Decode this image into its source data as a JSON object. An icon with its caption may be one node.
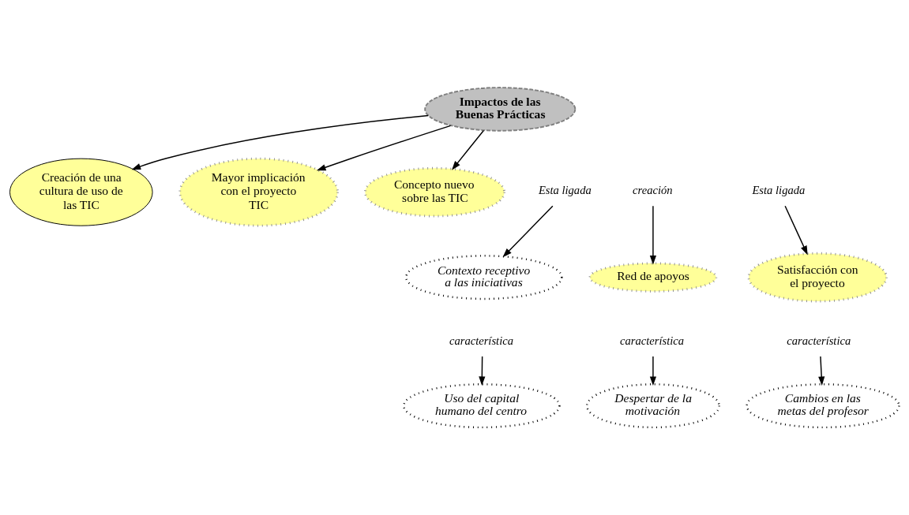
{
  "diagram": {
    "nodes": [
      {
        "text": [
          "Creación de una cultura de uso de las TIC"
        ]
      },
      {
        "text": [
          "Mayor implicación con el proyecto TIC"
        ]
      },
      {
        "text": [
          "Impactos de las Buenas Prácticas"
        ]
      },
      {
        "text": [
          "Concepto nuevo sobre las TIC"
        ]
      },
      {
        "text": [
          "Esta ligada"
        ]
      },
      {
        "text": [
          "creación"
        ]
      },
      {
        "text": [
          "Esta ligada"
        ]
      },
      {
        "text": [
          "Contexto receptivo a las iniciativas"
        ]
      },
      {
        "text": [
          "Red de apoyos"
        ]
      },
      {
        "text": [
          "Satisfacción con el proyecto"
        ]
      },
      {
        "text": [
          "característica"
        ]
      },
      {
        "text": [
          "característica"
        ]
      },
      {
        "text": [
          "característica"
        ]
      },
      {
        "text": [
          "Uso del capital humano del centro"
        ]
      },
      {
        "text": [
          "Despertar de la motivación"
        ]
      },
      {
        "text": [
          "Cambios en las metas del profesor"
        ]
      }
    ],
    "edges": [
      {
        "from": 2,
        "to": 0,
        "arrow": "to"
      },
      {
        "from": 2,
        "to": 1,
        "arrow": "to"
      },
      {
        "from": 2,
        "to": 3,
        "arrow": "to"
      },
      {
        "from": 4,
        "to": 7,
        "arrow": "to"
      },
      {
        "from": 5,
        "to": 8,
        "arrow": "to"
      },
      {
        "from": 6,
        "to": 9,
        "arrow": "to"
      },
      {
        "from": 10,
        "to": 13,
        "arrow": "to"
      },
      {
        "from": 11,
        "to": 14,
        "arrow": "to"
      },
      {
        "from": 12,
        "to": 15,
        "arrow": "to"
      }
    ]
  }
}
